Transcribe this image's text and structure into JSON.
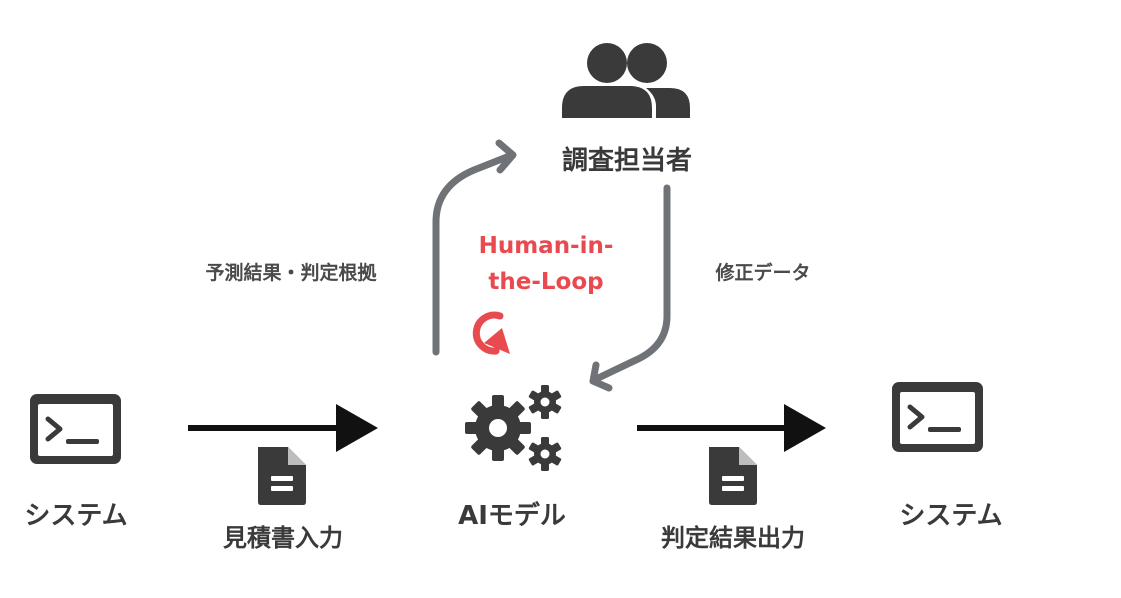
{
  "nodes": {
    "left_system": "システム",
    "right_system": "システム",
    "ai_model": "AIモデル",
    "reviewer": "調査担当者"
  },
  "flows": {
    "input_doc": "見積書入力",
    "output_doc": "判定結果出力",
    "to_reviewer": "予測結果・判定根拠",
    "from_reviewer": "修正データ"
  },
  "loop": {
    "line1": "Human-in-",
    "line2": "the-Loop"
  },
  "icons": {
    "left_system": "terminal-icon",
    "right_system": "terminal-icon",
    "ai_model": "gears-icon",
    "reviewer": "users-icon",
    "input_doc": "document-icon",
    "output_doc": "document-icon",
    "loop": "refresh-icon"
  },
  "colors": {
    "dark": "#3a3a3a",
    "arrow_black": "#111111",
    "arrow_gray": "#6f7378",
    "accent_red": "#e84a4f"
  }
}
